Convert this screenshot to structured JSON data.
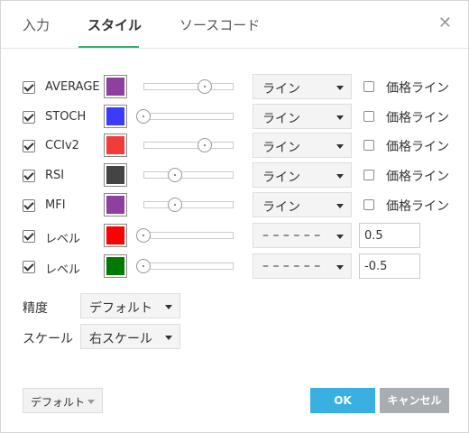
{
  "tabs": [
    {
      "label": "入力",
      "active": false
    },
    {
      "label": "スタイル",
      "active": true
    },
    {
      "label": "ソースコード",
      "active": false
    }
  ],
  "close_icon": "close-icon",
  "colors": {
    "accent": "#3aaa6a",
    "ok_button": "#3ab0e2",
    "cancel_button": "#a8adb1"
  },
  "plots": [
    {
      "label": "AVERAGE",
      "checked": true,
      "color": "#8e3fa0",
      "slider": 0.65,
      "style": "ライン",
      "price_line_label": "価格ライン",
      "price_line_checked": false
    },
    {
      "label": "STOCH",
      "checked": true,
      "color": "#3b3bfa",
      "slider": 0.0,
      "style": "ライン",
      "price_line_label": "価格ライン",
      "price_line_checked": false
    },
    {
      "label": "CCIv2",
      "checked": true,
      "color": "#f23b3b",
      "slider": 0.65,
      "style": "ライン",
      "price_line_label": "価格ライン",
      "price_line_checked": false
    },
    {
      "label": "RSI",
      "checked": true,
      "color": "#444444",
      "slider": 0.32,
      "style": "ライン",
      "price_line_label": "価格ライン",
      "price_line_checked": false
    },
    {
      "label": "MFI",
      "checked": true,
      "color": "#8e3fa0",
      "slider": 0.32,
      "style": "ライン",
      "price_line_label": "価格ライン",
      "price_line_checked": false
    }
  ],
  "levels": [
    {
      "label": "レベル",
      "checked": true,
      "color": "#ff0000",
      "slider": 0.0,
      "style": "– – – – – –",
      "value": "0.5"
    },
    {
      "label": "レベル",
      "checked": true,
      "color": "#007a00",
      "slider": 0.0,
      "style": "– – – – – –",
      "value": "-0.5"
    }
  ],
  "precision": {
    "label": "精度",
    "value": "デフォルト"
  },
  "scale": {
    "label": "スケール",
    "value": "右スケール"
  },
  "footer": {
    "default_label": "デフォルト",
    "ok_label": "OK",
    "cancel_label": "キャンセル"
  }
}
